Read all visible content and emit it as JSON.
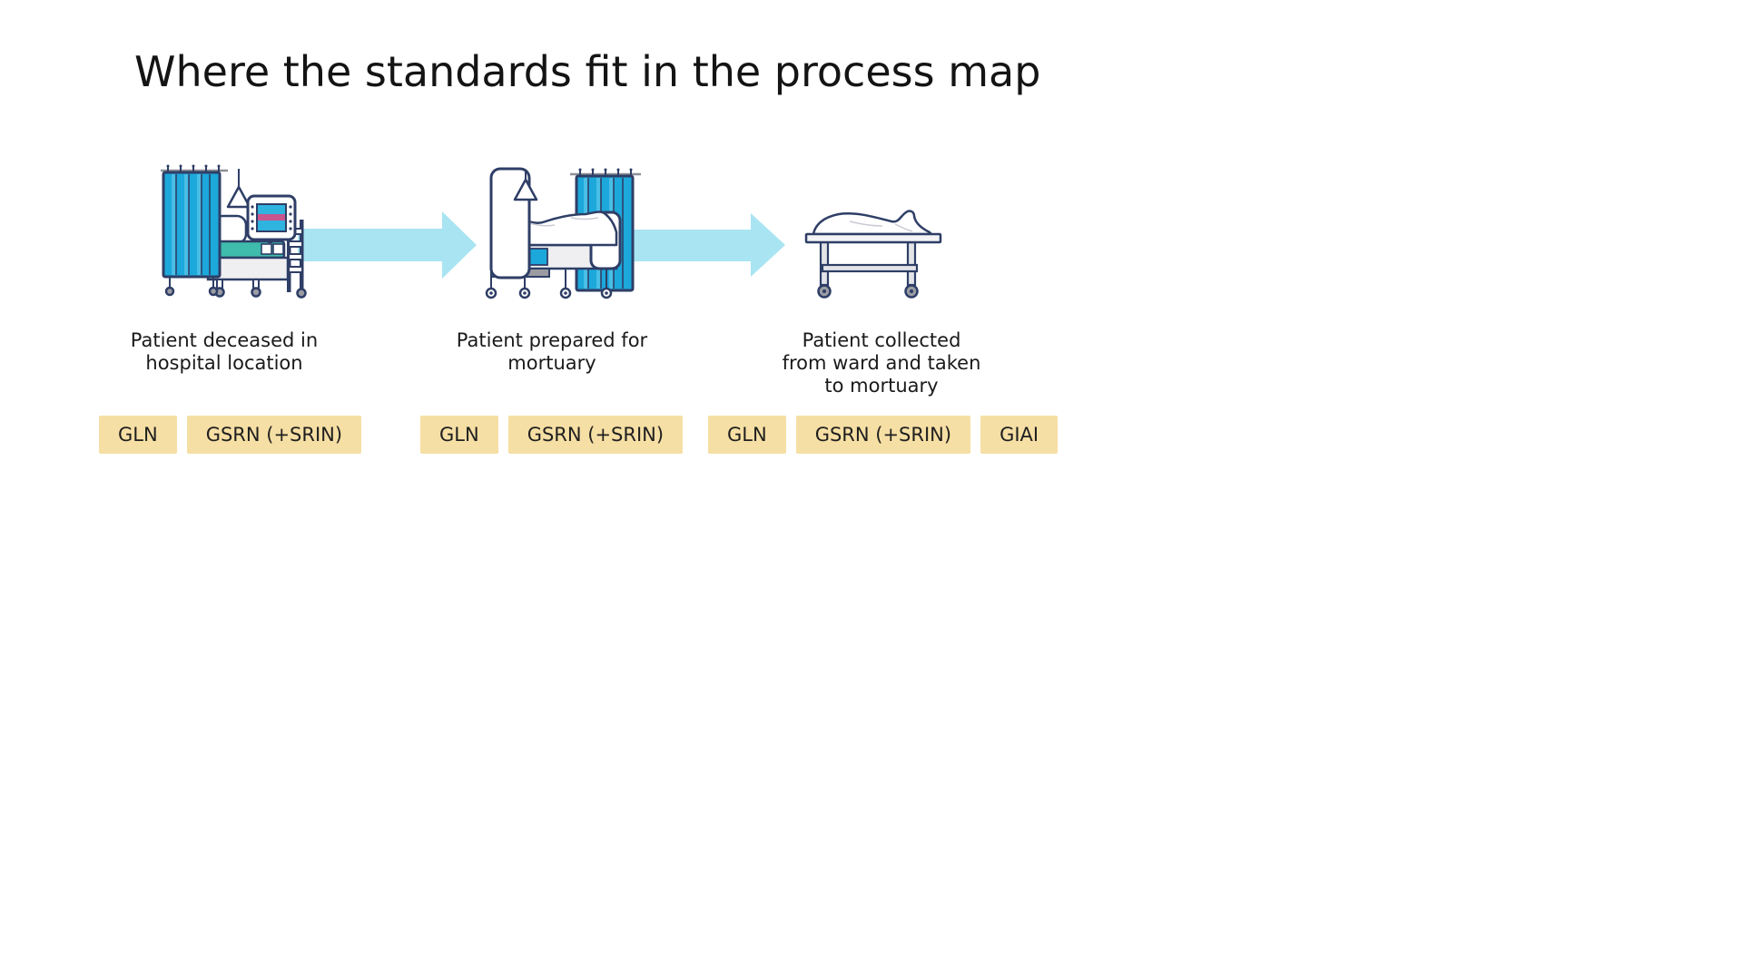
{
  "title": "Where the standards fit in the process map",
  "colors": {
    "background": "#ffffff",
    "text": "#1a1a1a",
    "outline_navy": "#2E3E66",
    "curtain_cyan": "#1CA8DB",
    "curtain_cyan_light": "#49BEE6",
    "mattress_teal": "#3FBCAC",
    "monitor_screen_cyan": "#2FB3DF",
    "monitor_band_magenta": "#C9558F",
    "arrow_light_blue": "#A9E4F2",
    "tag_background": "#F6DFA4",
    "frame_gray": "#EFEFF1",
    "metal_gray": "#9A9CA3"
  },
  "stages": [
    {
      "icon": "hospital-bed-with-curtain-and-monitor",
      "caption_lines": [
        "Patient deceased in",
        "hospital location"
      ],
      "tags": [
        "GLN",
        "GSRN (+SRIN)"
      ]
    },
    {
      "icon": "bed-with-covered-patient-and-curtain",
      "caption_lines": [
        "Patient prepared for",
        "mortuary"
      ],
      "tags": [
        "GLN",
        "GSRN (+SRIN)"
      ]
    },
    {
      "icon": "mortuary-trolley-with-covered-patient",
      "caption_lines": [
        "Patient collected",
        "from ward and taken",
        "to mortuary"
      ],
      "tags": [
        "GLN",
        "GSRN (+SRIN)",
        "GIAI"
      ]
    }
  ],
  "arrows": [
    "flow-arrow-1",
    "flow-arrow-2"
  ]
}
